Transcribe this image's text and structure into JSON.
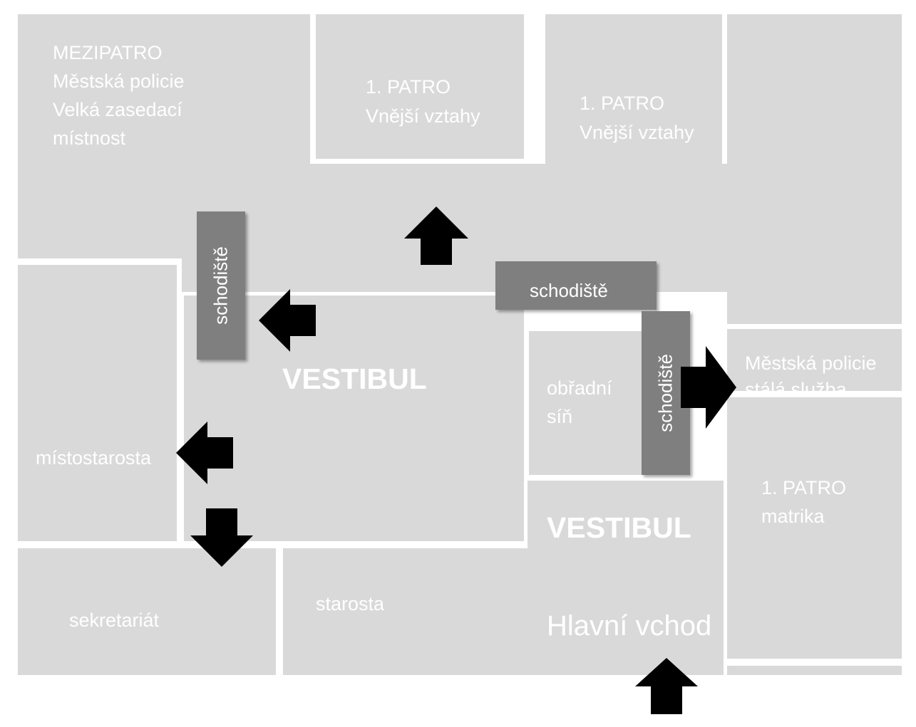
{
  "colors": {
    "room": "#d9d9d9",
    "stair": "#7f7f7f",
    "label": "#ffffff",
    "arrow": "#000000",
    "background": "#ffffff"
  },
  "rooms": {
    "mezipatro": {
      "lines": [
        "MEZIPATRO",
        "Městská policie",
        "Velká zasedací",
        "místnost"
      ]
    },
    "patro_vnejsi_1": {
      "lines": [
        "1. PATRO",
        "Vnější vztahy"
      ]
    },
    "patro_vnejsi_2": {
      "lines": [
        "1. PATRO",
        "Vnější vztahy"
      ]
    },
    "mistostarosta": {
      "label": "místostarosta"
    },
    "vestibul_main": {
      "label": "VESTIBUL"
    },
    "obradni_sin": {
      "lines": [
        "obřadní",
        "síň"
      ]
    },
    "mestska_policie": {
      "lines": [
        "Městská policie",
        "stálá služba"
      ]
    },
    "matrika": {
      "lines": [
        "1. PATRO",
        "matrika"
      ]
    },
    "vestibul_entrance": {
      "label": "VESTIBUL"
    },
    "sekretariat": {
      "label": "sekretariát"
    },
    "starosta": {
      "label": "starosta"
    },
    "hlavni_vchod": {
      "label": "Hlavní vchod"
    }
  },
  "stairs": {
    "left": "schodiště",
    "middle": "schodiště",
    "right": "schodiště"
  },
  "arrows": {
    "up_upper": "arrow-up-icon",
    "left_vestibul": "arrow-left-icon",
    "left_mistostarosta": "arrow-left-icon",
    "down_sekretariat": "arrow-down-icon",
    "right_policie": "arrow-right-icon",
    "up_entrance": "arrow-up-icon"
  }
}
